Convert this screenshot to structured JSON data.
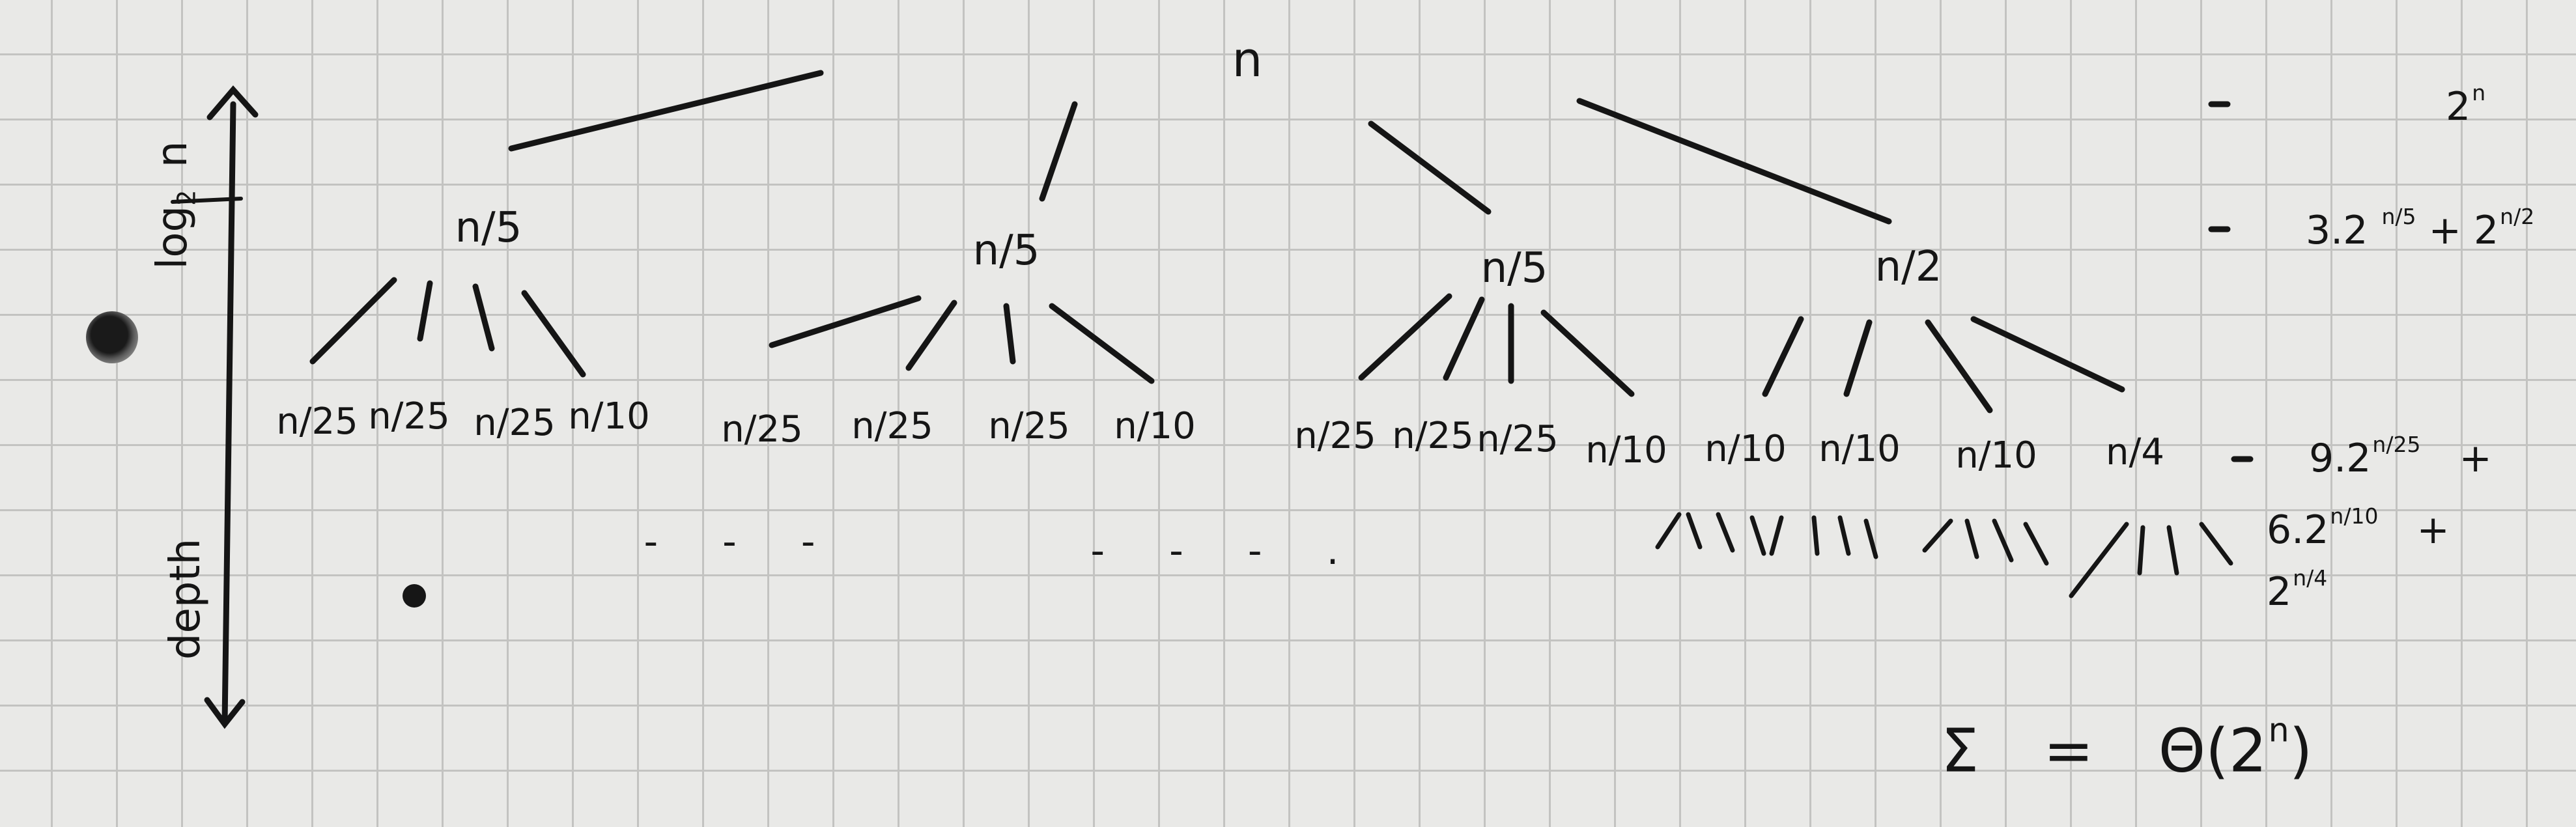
{
  "colors": {
    "paper": "#e9e9e7",
    "grid": "#c3c3c1",
    "ink": "#151515",
    "hole": "#3a3a3a"
  },
  "tree": {
    "root": "n",
    "level1": [
      "n/5",
      "n/5",
      "n/5",
      "n/2"
    ],
    "level2": [
      [
        "n/25",
        "n/25",
        "n/25",
        "n/10"
      ],
      [
        "n/25",
        "n/25",
        "n/25",
        "n/10"
      ],
      [
        "n/25",
        "n/25",
        "n/25",
        "n/10"
      ],
      [
        "n/10",
        "n/10",
        "n/10",
        "n/4"
      ]
    ],
    "ellipsis": [
      "- - -",
      "- - - ."
    ]
  },
  "level_costs": {
    "level0": {
      "base": "2",
      "exp": "n"
    },
    "level1": {
      "term1_coef": "3.2",
      "term1_exp": "n/5",
      "plus": "+",
      "term2_base": "2",
      "term2_exp": "n/2"
    },
    "level2": [
      {
        "coef": "9.2",
        "exp": "n/25",
        "op": "+"
      },
      {
        "coef": "6.2",
        "exp": "n/10",
        "op": "+"
      },
      {
        "coef": "2",
        "exp": "n/4",
        "op": ""
      }
    ],
    "dashes": [
      "-",
      "-",
      "-"
    ]
  },
  "axis": {
    "depth_label": "depth",
    "log_label": "log",
    "log_base": "2",
    "log_arg": "n"
  },
  "summary": {
    "symbol": "Σ",
    "equals": "=",
    "result": "Θ(2",
    "result_exp": "n",
    "close": ")"
  }
}
